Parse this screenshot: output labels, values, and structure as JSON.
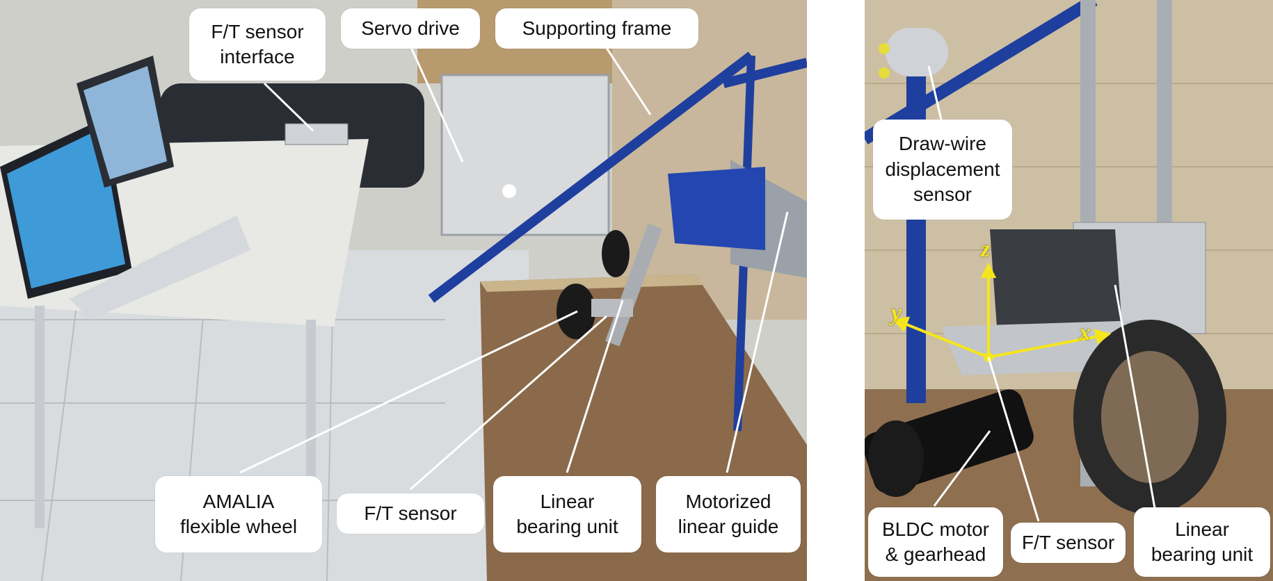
{
  "left_panel": {
    "callouts": {
      "ft_interface": "F/T sensor\ninterface",
      "servo_drive": "Servo drive",
      "supporting_frame": "Supporting frame",
      "amalia_wheel": "AMALIA\nflexible wheel",
      "ft_sensor": "F/T sensor",
      "linear_bearing": "Linear\nbearing unit",
      "motorized_guide": "Motorized\nlinear guide"
    }
  },
  "right_panel": {
    "callouts": {
      "draw_wire": "Draw-wire\ndisplacement\nsensor",
      "bldc_motor": "BLDC motor\n& gearhead",
      "ft_sensor": "F/T sensor",
      "linear_bearing": "Linear\nbearing unit"
    },
    "axes": {
      "x": "x",
      "y": "y",
      "z": "z"
    }
  },
  "colors": {
    "frame_blue": "#1f3f9e",
    "axis_yellow": "#f5e61c",
    "soil_brown": "#8a6a4a"
  }
}
